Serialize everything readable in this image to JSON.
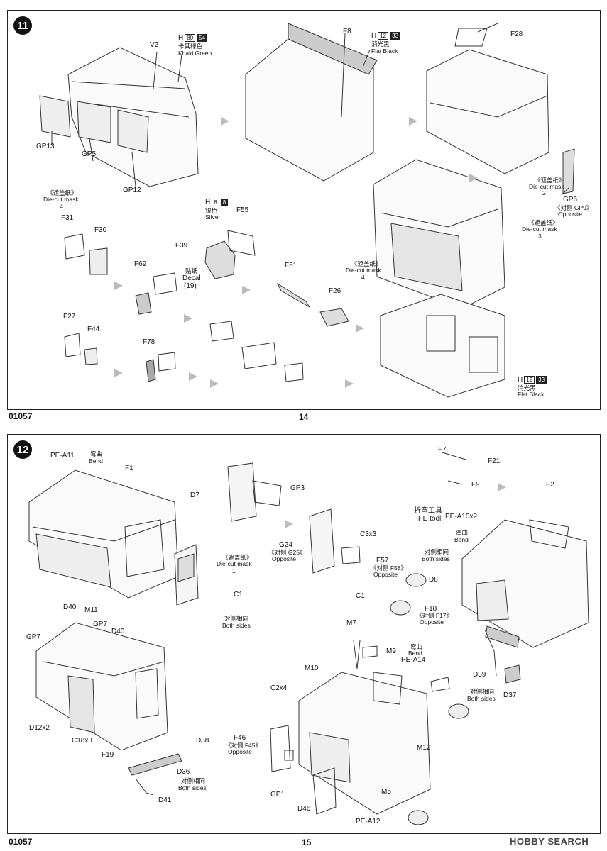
{
  "top_page": {
    "step": "11",
    "code": "01057",
    "page_number": "14",
    "labels": [
      {
        "id": "V2",
        "text": "V2"
      },
      {
        "id": "GP13",
        "text": "GP13"
      },
      {
        "id": "GP5",
        "text": "GP5"
      },
      {
        "id": "GP12",
        "text": "GP12"
      },
      {
        "id": "mask_cn_a",
        "text": "《遮盖纸》"
      },
      {
        "id": "mask_en_a",
        "text": "Die-cut mask"
      },
      {
        "id": "mask_n_a",
        "text": "4"
      },
      {
        "id": "F8",
        "text": "F8"
      },
      {
        "id": "F28",
        "text": "F28"
      },
      {
        "id": "mask_cn_b",
        "text": "《遮盖纸》"
      },
      {
        "id": "mask_en_b",
        "text": "Die-cut mask"
      },
      {
        "id": "mask_n_b",
        "text": "2"
      },
      {
        "id": "GP6",
        "text": "GP6"
      },
      {
        "id": "GP6_opp_cn",
        "text": "《对侧 GP9》"
      },
      {
        "id": "GP6_opp",
        "text": "Opposite"
      },
      {
        "id": "F31",
        "text": "F31"
      },
      {
        "id": "F30",
        "text": "F30"
      },
      {
        "id": "F55",
        "text": "F55"
      },
      {
        "id": "F39",
        "text": "F39"
      },
      {
        "id": "decal_cn",
        "text": "贴纸"
      },
      {
        "id": "decal_en",
        "text": "Decal"
      },
      {
        "id": "decal_n",
        "text": "(19)"
      },
      {
        "id": "F69",
        "text": "F69"
      },
      {
        "id": "F51",
        "text": "F51"
      },
      {
        "id": "F26",
        "text": "F26"
      },
      {
        "id": "mask_cn_c",
        "text": "《遮盖纸》"
      },
      {
        "id": "mask_en_c",
        "text": "Die-cut mask"
      },
      {
        "id": "mask_n_c",
        "text": "3"
      },
      {
        "id": "mask_cn_d",
        "text": "《遮盖纸》"
      },
      {
        "id": "mask_en_d",
        "text": "Die-cut mask"
      },
      {
        "id": "mask_n_d",
        "text": "4"
      },
      {
        "id": "F27",
        "text": "F27"
      },
      {
        "id": "F44",
        "text": "F44"
      },
      {
        "id": "F78",
        "text": "F78"
      }
    ],
    "paints": [
      {
        "id": "khaki",
        "h": "H",
        "a": "80",
        "b": "54",
        "cn": "卡其绿色",
        "en": "Khaki Green"
      },
      {
        "id": "flat1",
        "h": "H",
        "a": "12",
        "b": "33",
        "cn": "消光黑",
        "en": "Flat Black"
      },
      {
        "id": "silver",
        "h": "H",
        "a": "8",
        "b": "8",
        "cn": "银色",
        "en": "Silver"
      },
      {
        "id": "flat2",
        "h": "H",
        "a": "12",
        "b": "33",
        "cn": "消光黑",
        "en": "Flat Black"
      }
    ]
  },
  "bottom_page": {
    "step": "12",
    "code": "01057",
    "page_number": "15",
    "labels": [
      {
        "id": "PEA11",
        "text": "PE-A11"
      },
      {
        "id": "bend1_cn",
        "text": "弯曲"
      },
      {
        "id": "bend1_en",
        "text": "Bend"
      },
      {
        "id": "F1",
        "text": "F1"
      },
      {
        "id": "D7",
        "text": "D7"
      },
      {
        "id": "GP3",
        "text": "GP3"
      },
      {
        "id": "F7",
        "text": "F7"
      },
      {
        "id": "F21",
        "text": "F21"
      },
      {
        "id": "F9",
        "text": "F9"
      },
      {
        "id": "F2",
        "text": "F2"
      },
      {
        "id": "petool_cn",
        "text": "折弯工具"
      },
      {
        "id": "petool_en",
        "text": "PE tool"
      },
      {
        "id": "PEA10",
        "text": "PE-A10x2"
      },
      {
        "id": "bend2_cn",
        "text": "弯曲"
      },
      {
        "id": "bend2_en",
        "text": "Bend"
      },
      {
        "id": "C3x3",
        "text": "C3x3"
      },
      {
        "id": "G24",
        "text": "G24"
      },
      {
        "id": "G24_cn",
        "text": "《对侧 G25》"
      },
      {
        "id": "G24_opp",
        "text": "Opposite"
      },
      {
        "id": "F57",
        "text": "F57"
      },
      {
        "id": "F57_cn",
        "text": "《对侧 F58》"
      },
      {
        "id": "F57_opp",
        "text": "Opposite"
      },
      {
        "id": "mask1_cn",
        "text": "《遮盖纸》"
      },
      {
        "id": "mask1_en",
        "text": "Die-cut mask"
      },
      {
        "id": "mask1_n",
        "text": "1"
      },
      {
        "id": "C1a",
        "text": "C1"
      },
      {
        "id": "both1_cn",
        "text": "对侧相同"
      },
      {
        "id": "both1_en",
        "text": "Both sides"
      },
      {
        "id": "C1b",
        "text": "C1"
      },
      {
        "id": "both2_cn",
        "text": "对侧相同"
      },
      {
        "id": "both2_en",
        "text": "Both sides"
      },
      {
        "id": "D8",
        "text": "D8"
      },
      {
        "id": "F18",
        "text": "F18"
      },
      {
        "id": "F18_cn",
        "text": "《对侧 F17》"
      },
      {
        "id": "F18_opp",
        "text": "Opposite"
      },
      {
        "id": "D40a",
        "text": "D40"
      },
      {
        "id": "M11",
        "text": "M11"
      },
      {
        "id": "GP7a",
        "text": "GP7"
      },
      {
        "id": "GP7b",
        "text": "GP7"
      },
      {
        "id": "D40b",
        "text": "D40"
      },
      {
        "id": "D12",
        "text": "D12x2"
      },
      {
        "id": "C18",
        "text": "C18x3"
      },
      {
        "id": "F19",
        "text": "F19"
      },
      {
        "id": "D38",
        "text": "D38"
      },
      {
        "id": "D36",
        "text": "D36"
      },
      {
        "id": "both3_cn",
        "text": "对侧相同"
      },
      {
        "id": "both3_en",
        "text": "Both sides"
      },
      {
        "id": "D41",
        "text": "D41"
      },
      {
        "id": "M7",
        "text": "M7"
      },
      {
        "id": "M9",
        "text": "M9"
      },
      {
        "id": "M10",
        "text": "M10"
      },
      {
        "id": "bend3_cn",
        "text": "弯曲"
      },
      {
        "id": "bend3_en",
        "text": "Bend"
      },
      {
        "id": "PEA14",
        "text": "PE-A14"
      },
      {
        "id": "C2x4",
        "text": "C2x4"
      },
      {
        "id": "D39",
        "text": "D39"
      },
      {
        "id": "both4_cn",
        "text": "对侧相同"
      },
      {
        "id": "both4_en",
        "text": "Both sides"
      },
      {
        "id": "D37",
        "text": "D37"
      },
      {
        "id": "F46",
        "text": "F46"
      },
      {
        "id": "F46_cn",
        "text": "《对侧 F45》"
      },
      {
        "id": "F46_opp",
        "text": "Opposite"
      },
      {
        "id": "M12",
        "text": "M12"
      },
      {
        "id": "GP1",
        "text": "GP1"
      },
      {
        "id": "M5",
        "text": "M5"
      },
      {
        "id": "D46",
        "text": "D46"
      },
      {
        "id": "PEA12",
        "text": "PE-A12"
      }
    ]
  },
  "watermark": "HOBBY SEARCH"
}
